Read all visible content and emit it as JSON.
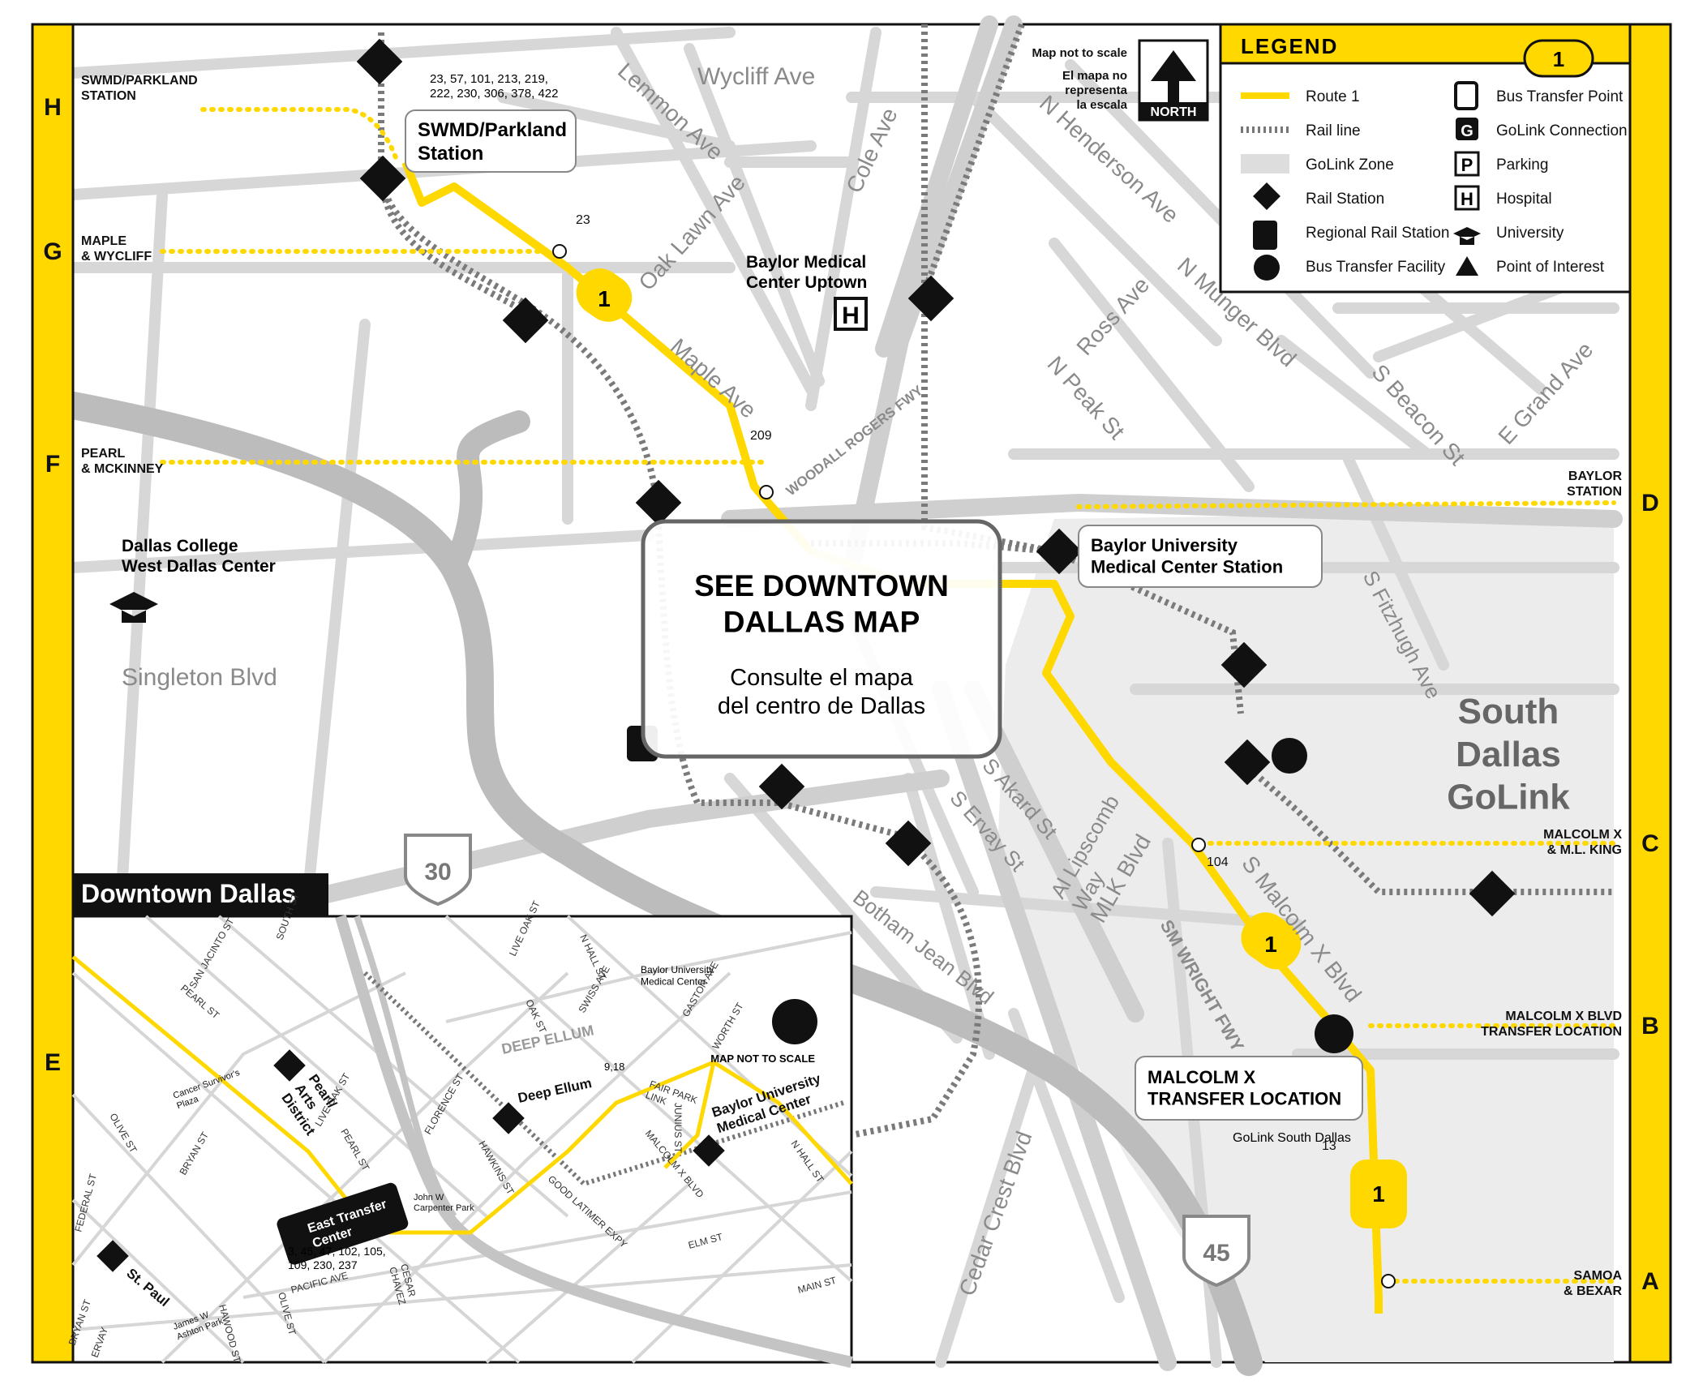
{
  "colors": {
    "route": "#ffd800",
    "road": "#d7d7d7",
    "golink": "#ececec",
    "river": "#b9b9b9",
    "rail": "#777777",
    "ink": "#111111"
  },
  "zones": {
    "left": [
      "H",
      "G",
      "F",
      "E"
    ],
    "right": [
      "D",
      "C",
      "B",
      "A"
    ]
  },
  "stops": {
    "swmd": "SWMD/PARKLAND\nSTATION",
    "maple": "MAPLE\n& WYCLIFF",
    "pearl": "PEARL\n& MCKINNEY",
    "pearl_arts": "PEARL/ARTS DISTRICT\nSTATION",
    "baylor": "BAYLOR\nSTATION",
    "mlk": "MALCOLM X\n& M.L. KING",
    "malcolm_tl": "MALCOLM X BLVD\nTRANSFER LOCATION",
    "samoa": "SAMOA\n& BEXAR"
  },
  "streets": [
    "Wycliff Ave",
    "Lemmon Ave",
    "Cole Ave",
    "Oak Lawn Ave",
    "Maple Ave",
    "N Henderson Ave",
    "N Munger Blvd",
    "Ross Ave",
    "N Peak St",
    "S Beacon St",
    "E Grand Ave",
    "S Fitzhugh Ave",
    "WOODALL ROGERS FWY",
    "Singleton Blvd",
    "S Akard St",
    "S Ervay St",
    "Al Lipscomb\nWay",
    "MLK Blvd",
    "S Malcolm X Blvd",
    "SM WRIGHT FWY",
    "Botham Jean Blvd",
    "Cedar Crest Blvd"
  ],
  "labels": {
    "swmd_station": "SWMD/Parkland\nStation",
    "swmd_routes": "23, 57, 101, 213, 219,\n222, 230, 306, 378, 422",
    "baylor_uptown": "Baylor Medical\nCenter Uptown",
    "dallas_college": "Dallas College\nWest Dallas Center",
    "baylor_station": "Baylor University\nMedical Center Station",
    "malcolm_tl": "MALCOLM X\nTRANSFER LOCATION",
    "golink_sd": "GoLink South Dallas",
    "south_dallas_golink": "South\nDallas\nGoLink",
    "see_map": "SEE DOWNTOWN\nDALLAS MAP",
    "see_map_es": "Consulte el mapa\ndel centro de Dallas",
    "route_badge": "1",
    "bus23": "23",
    "bus209": "209",
    "bus104": "104",
    "bus13": "13",
    "i30": "30",
    "i45": "45"
  },
  "scale": {
    "en": "Map not to scale",
    "es": "El mapa no\nrepresenta\nla escala",
    "north": "NORTH"
  },
  "legend": {
    "title": "LEGEND",
    "route": "1",
    "items": [
      "Route 1",
      "Rail line",
      "GoLink Zone",
      "Rail Station",
      "Regional Rail Station",
      "Bus Transfer Facility",
      "Bus Transfer Point",
      "GoLink Connection",
      "Parking",
      "Hospital",
      "University",
      "Point of Interest"
    ]
  },
  "inset": {
    "title": "Downtown Dallas",
    "not_to_scale": "MAP NOT TO SCALE",
    "streets": [
      "SAN JACINTO ST",
      "PEARL ST",
      "SOUTH ST",
      "LIVE OAK ST",
      "N HALL ST",
      "SWISS AVE",
      "GASTON AVE",
      "OAK ST",
      "WORTH ST",
      "DEEP ELLUM",
      "FAIR PARK\nLINK",
      "JUNIUS ST",
      "MALCOLM X BLVD",
      "N HALL ST",
      "OLIVE ST",
      "BRYAN ST",
      "FEDERAL ST",
      "LIVE OAK ST",
      "PEARL ST",
      "FLORENCE ST",
      "HAWKINS ST",
      "GOOD LATIMER EXPY",
      "ELM ST",
      "MAIN ST",
      "PACIFIC AVE",
      "CESAR\nCHAVEZ",
      "OLIVE ST",
      "HAWOOD ST",
      "BRYAN ST",
      "ERVAY"
    ],
    "stations": [
      "Pearl/\nArts\nDistrict",
      "Deep Ellum",
      "Baylor University\nMedical Center",
      "St. Paul",
      "East Transfer\nCenter"
    ],
    "etc_routes": "3, 45, 47, 102, 105,\n109, 230, 237",
    "poi": [
      "Cancer Survivor's\nPlaza",
      "John W\nCarpenter Park",
      "James W\nAshton Park"
    ],
    "baylor_poi": "Baylor University\nMedical Center",
    "bus918": "9,18"
  }
}
